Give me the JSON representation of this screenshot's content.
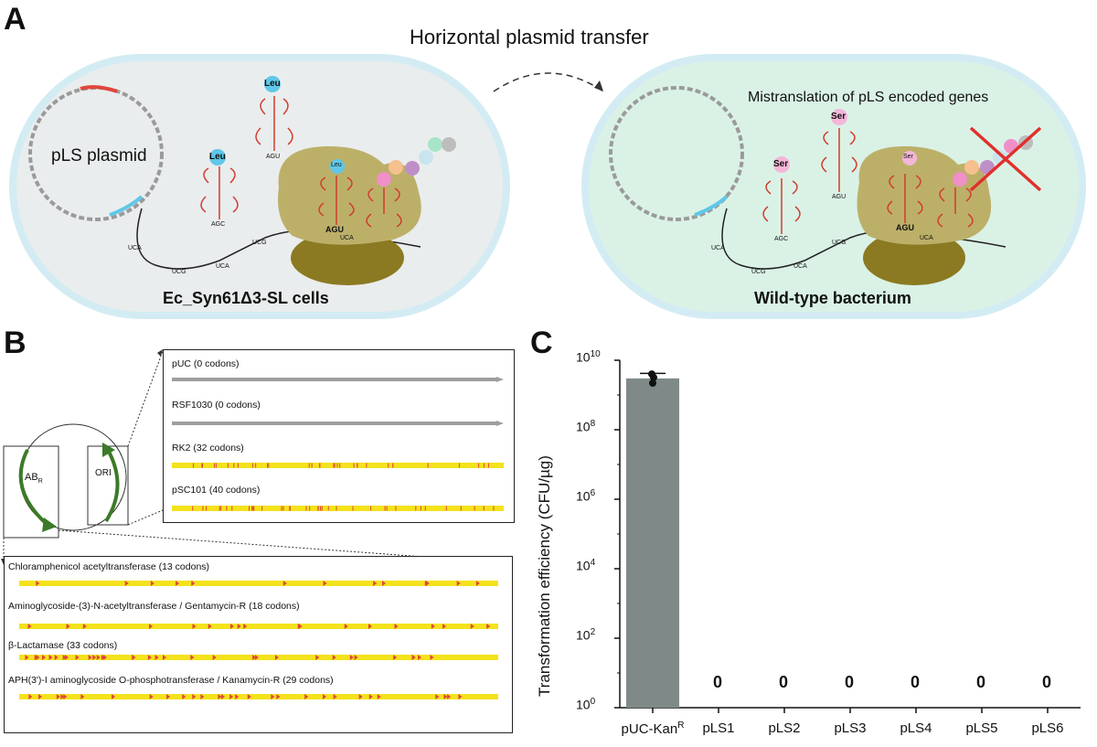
{
  "panel_a": {
    "letter": "A",
    "title": "Horizontal plasmid transfer",
    "left_cell": {
      "plasmid_label": "pLS plasmid",
      "cell_label": "Ec_Syn61Δ3-SL  cells",
      "trna_leu_1": "Leu",
      "trna_leu_1_anticodon": "AGU",
      "trna_leu_2": "Leu",
      "trna_leu_2_anticodon": "AGC",
      "ribosome_trna": "Leu",
      "ribosome_anticodon": "AGU",
      "codons": [
        "UCA",
        "UCG",
        "UCA",
        "UCG",
        "UCA"
      ]
    },
    "right_cell": {
      "mistranslation_label": "Mistranslation of pLS encoded genes",
      "cell_label": "Wild-type bacterium",
      "trna_ser_1": "Ser",
      "trna_ser_1_anticodon": "AGU",
      "trna_ser_2": "Ser",
      "trna_ser_2_anticodon": "AGC",
      "ribosome_trna": "Ser",
      "ribosome_anticodon": "AGU",
      "codons": [
        "UCA",
        "UCG",
        "UCA",
        "UCG",
        "UCA"
      ]
    }
  },
  "panel_b": {
    "letter": "B",
    "plasmid_map": {
      "left_label": "AB",
      "left_subscript": "R",
      "right_label": "ORI"
    },
    "origin_tracks": [
      {
        "label": "pUC (0 codons)",
        "type": "gray"
      },
      {
        "label": "RSF1030 (0 codons)",
        "type": "gray"
      },
      {
        "label": "RK2 (32 codons)",
        "type": "yellow"
      },
      {
        "label": "pSC101 (40 codons)",
        "type": "yellow"
      }
    ],
    "resistance_tracks": [
      {
        "label": "Chloramphenicol acetyltransferase (13 codons)",
        "count": 13
      },
      {
        "label": "Aminoglycoside-(3)-N-acetyltransferase / Gentamycin-R (18 codons)",
        "count": 18
      },
      {
        "label": "β-Lactamase (33 codons)",
        "count": 33
      },
      {
        "label": "APH(3')-I aminoglycoside O-phosphotransferase / Kanamycin-R (29 codons)",
        "count": 29
      }
    ]
  },
  "panel_c": {
    "letter": "C",
    "chart_data": {
      "type": "bar",
      "categories": [
        "pUC-Kan",
        "pLS1",
        "pLS2",
        "pLS3",
        "pLS4",
        "pLS5",
        "pLS6"
      ],
      "category_superscripts": [
        "R",
        "",
        "",
        "",
        "",
        "",
        ""
      ],
      "values": [
        3000000000,
        0,
        0,
        0,
        0,
        0,
        0
      ],
      "points_first_bar": [
        4000000000,
        3200000000,
        2200000000
      ],
      "error_upper": 4200000000,
      "value_labels": [
        "",
        "0",
        "0",
        "0",
        "0",
        "0",
        "0"
      ],
      "ylabel": "Transformation efficiency (CFU/µg)",
      "yscale": "log",
      "ylim": [
        1,
        10000000000
      ],
      "yticks": [
        {
          "base": "10",
          "exp": "0",
          "value": 1
        },
        {
          "base": "10",
          "exp": "2",
          "value": 100
        },
        {
          "base": "10",
          "exp": "4",
          "value": 10000
        },
        {
          "base": "10",
          "exp": "6",
          "value": 1000000
        },
        {
          "base": "10",
          "exp": "8",
          "value": 100000000
        },
        {
          "base": "10",
          "exp": "10",
          "value": 10000000000
        }
      ],
      "bar_color": "#7f8a88"
    }
  }
}
